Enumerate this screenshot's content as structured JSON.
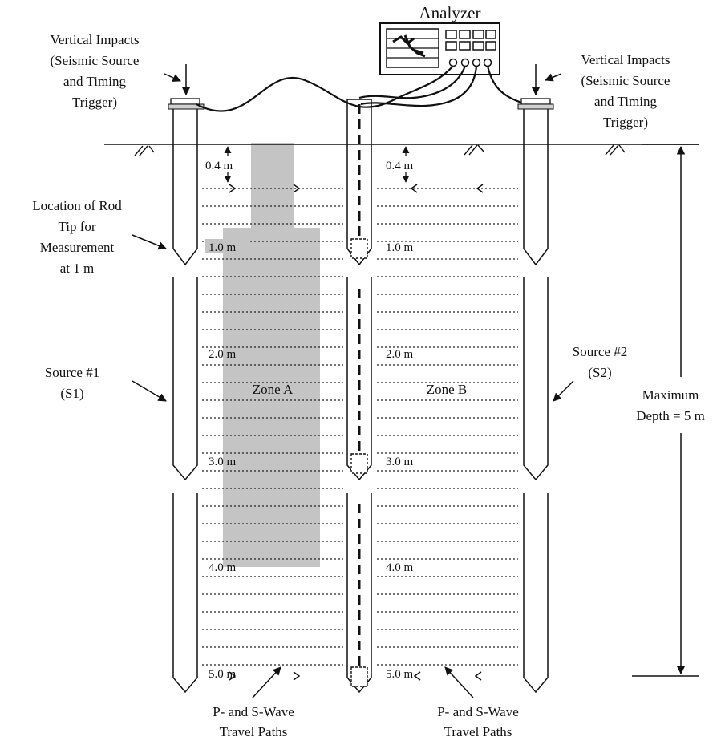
{
  "analyzer": {
    "label": "Analyzer"
  },
  "left_impact": {
    "lines": [
      "Vertical Impacts",
      "(Seismic Source",
      "and Timing",
      "Trigger)"
    ]
  },
  "right_impact": {
    "lines": [
      "Vertical Impacts",
      "(Seismic Source",
      "and Timing",
      "Trigger)"
    ]
  },
  "rod_tip": {
    "lines": [
      "Location of Rod",
      "Tip for",
      "Measurement",
      "at 1 m"
    ]
  },
  "source1": {
    "lines": [
      "Source #1",
      "(S1)"
    ]
  },
  "source2": {
    "lines": [
      "Source #2",
      "(S2)"
    ]
  },
  "max_depth": {
    "lines": [
      "Maximum",
      "Depth = 5 m"
    ]
  },
  "zones": {
    "a": "Zone A",
    "b": "Zone B"
  },
  "offsets": {
    "left": "0.4 m",
    "right": "0.4 m"
  },
  "depth_labels": {
    "left": [
      "1.0 m",
      "2.0 m",
      "3.0 m",
      "4.0 m",
      "5.0 m"
    ],
    "right": [
      "1.0 m",
      "2.0 m",
      "3.0 m",
      "4.0 m",
      "5.0 m"
    ]
  },
  "travel_paths": {
    "left": [
      "P- and S-Wave",
      "Travel Paths"
    ],
    "right": [
      "P- and S-Wave",
      "Travel Paths"
    ]
  },
  "colors": {
    "zone_fill": "#c4c4c4",
    "line": "#111111",
    "rod_cap": "#cfcfcf"
  }
}
